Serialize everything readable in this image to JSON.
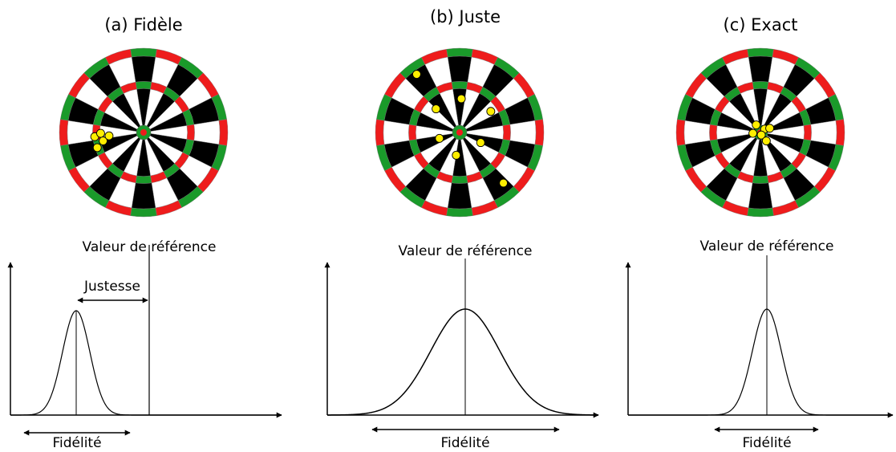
{
  "panels": [
    {
      "title": "(a) Fidèle",
      "reference_label": "Valeur de référence",
      "trueness_label": "Justesse",
      "precision_label": "Fidélité",
      "hits": [
        [
          -0.58,
          0.05
        ],
        [
          -0.51,
          0.01
        ],
        [
          -0.48,
          0.1
        ],
        [
          -0.41,
          0.04
        ],
        [
          -0.55,
          0.18
        ]
      ]
    },
    {
      "title": "(b) Juste",
      "reference_label": "Valeur de référence",
      "precision_label": "Fidélité",
      "hits": [
        [
          -0.51,
          -0.69
        ],
        [
          -0.28,
          -0.28
        ],
        [
          0.02,
          -0.4
        ],
        [
          0.37,
          -0.25
        ],
        [
          -0.24,
          0.07
        ],
        [
          0.25,
          0.12
        ],
        [
          -0.04,
          0.27
        ],
        [
          0.52,
          0.6
        ]
      ]
    },
    {
      "title": "(c) Exact",
      "reference_label": "Valeur de référence",
      "precision_label": "Fidélité",
      "hits": [
        [
          -0.05,
          -0.09
        ],
        [
          0.05,
          -0.04
        ],
        [
          0.11,
          -0.05
        ],
        [
          -0.09,
          0.01
        ],
        [
          0.01,
          0.03
        ],
        [
          0.07,
          0.1
        ]
      ]
    }
  ],
  "dartboard_colors": {
    "black": "#000000",
    "white": "#ffffff",
    "red": "#ee1c1c",
    "green": "#1a9a2a",
    "hit_fill": "#ffee00"
  }
}
